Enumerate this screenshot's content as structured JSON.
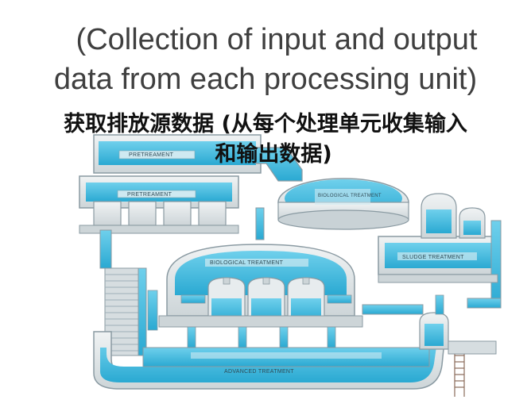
{
  "title": {
    "line1": "(Collection of input and output",
    "line2": "data from each processing unit)",
    "chinese_line1": "获取排放源数据 (从每个处理单元收集输入",
    "chinese_line2": "和输出数据)"
  },
  "units": {
    "pretreatment_top": "PRETREAMENT",
    "pretreatment_mid": "PRETREAMENT",
    "biological_top": "BIOLOGICAL TREATMENT",
    "biological_main": "BIOLOGICAL TREATMENT",
    "sludge": "SLUDGE TREATMENT",
    "advanced": "ADVANCED TREATMENT"
  },
  "colors": {
    "water": "#3ab9dc",
    "water_light": "#7fd3ea",
    "concrete": "#dfe4e6",
    "outline": "#8a9aa2"
  }
}
